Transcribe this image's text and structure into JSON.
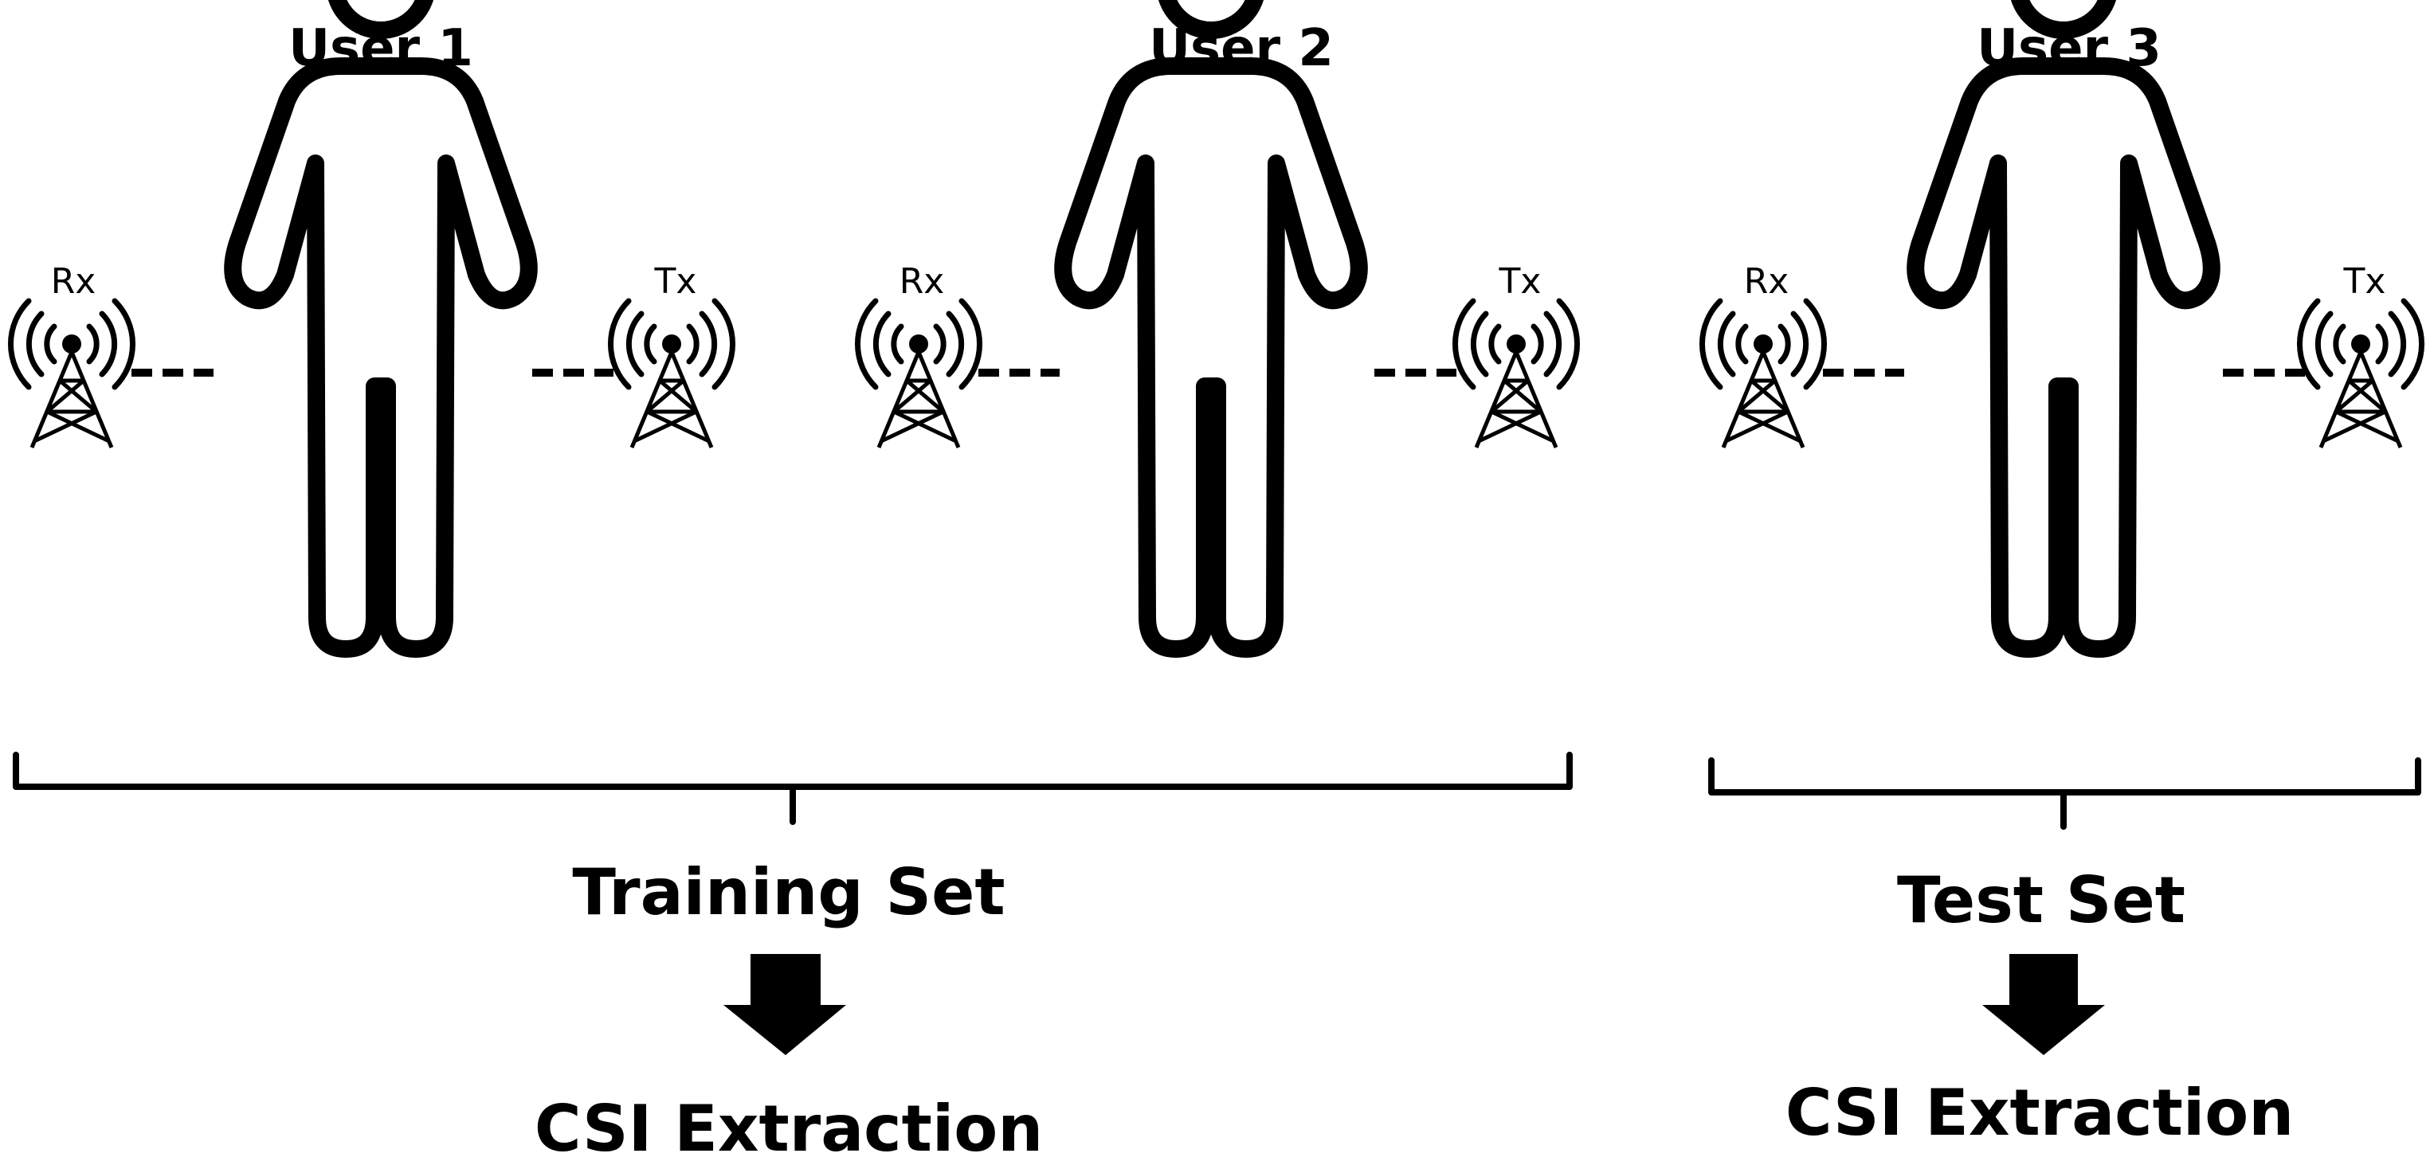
{
  "users": [
    {
      "title": "User 1",
      "rx_label": "Rx",
      "tx_label": "Tx"
    },
    {
      "title": "User 2",
      "rx_label": "Rx",
      "tx_label": "Tx"
    },
    {
      "title": "User 3",
      "rx_label": "Rx",
      "tx_label": "Tx"
    }
  ],
  "groups": [
    {
      "label": "Training Set",
      "output": "CSI Extraction"
    },
    {
      "label": "Test Set",
      "output": "CSI Extraction"
    }
  ],
  "icons": {
    "person": "person-outline-icon",
    "antenna": "radio-tower-icon",
    "arrow": "down-arrow-icon"
  }
}
